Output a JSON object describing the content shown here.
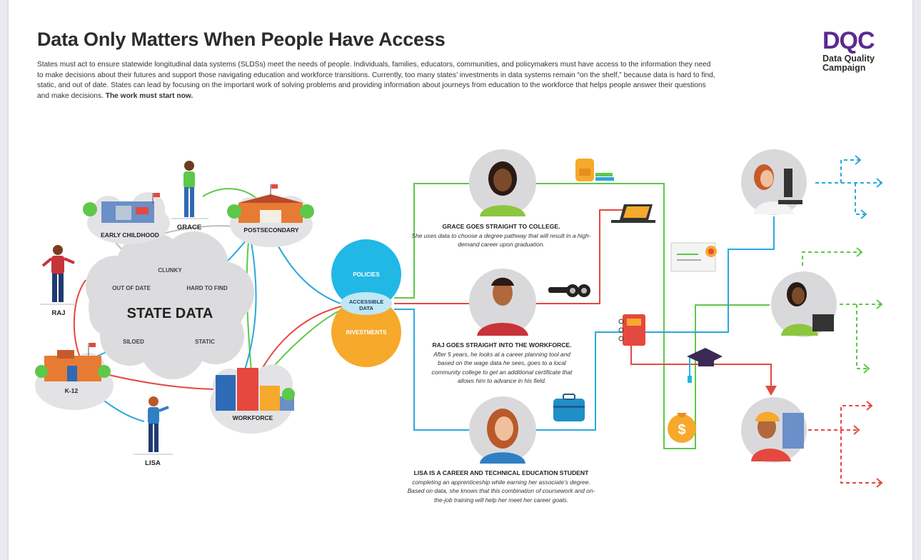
{
  "header": {
    "title": "Data Only Matters When People Have Access",
    "intro": "States must act to ensure statewide longitudinal data systems (SLDSs) meet the needs of people. Individuals, families, educators, communities, and policymakers must have access to the information they need to make decisions about their futures and support those navigating education and workforce transitions. Currently, too many states’ investments in data systems remain “on the shelf,” because data is hard to find, static, and out of date. States can lead by focusing on the important work of solving problems and providing information about journeys from education to the workforce that helps people answer their questions and make decisions.",
    "intro_bold": "The work must start now."
  },
  "logo": {
    "mark": "DQC",
    "name": "Data Quality Campaign"
  },
  "state_data": {
    "title": "STATE DATA",
    "problems": [
      "CLUNKY",
      "OUT OF DATE",
      "HARD TO FIND",
      "SILOED",
      "STATIC"
    ]
  },
  "places": {
    "early_childhood": "EARLY CHILDHOOD",
    "postsecondary": "POSTSECONDARY",
    "k12": "K-12",
    "workforce": "WORKFORCE"
  },
  "people": {
    "grace": "GRACE",
    "raj": "RAJ",
    "lisa": "LISA"
  },
  "hub": {
    "policies": "POLICIES",
    "accessible_line1": "ACCESSIBLE",
    "accessible_line2": "DATA",
    "investments": "INVESTMENTS"
  },
  "stories": {
    "grace": {
      "heading": "GRACE GOES STRAIGHT TO COLLEGE.",
      "text": "She uses data to choose a degree pathway that will result in a high-demand career upon graduation."
    },
    "raj": {
      "heading": "RAJ GOES STRAIGHT INTO THE WORKFORCE.",
      "text": "After 5 years, he looks at a career planning tool and based on the wage data he sees, goes to a local community college to get an additional certificate that allows him to advance in his field."
    },
    "lisa": {
      "heading": "LISA IS A CAREER AND TECHNICAL EDUCATION STUDENT",
      "text": "completing an apprenticeship while earning her associate’s degree. Based on data, she knows that this combination of coursework and on-the-job training will help her meet her career goals."
    }
  },
  "colors": {
    "green": "#5ec84a",
    "red": "#e5483f",
    "blue": "#2aa8dc",
    "orange": "#f6a92b",
    "purple": "#5a2a91",
    "cyan": "#21b8e6",
    "cloud": "#d9d9dc"
  }
}
